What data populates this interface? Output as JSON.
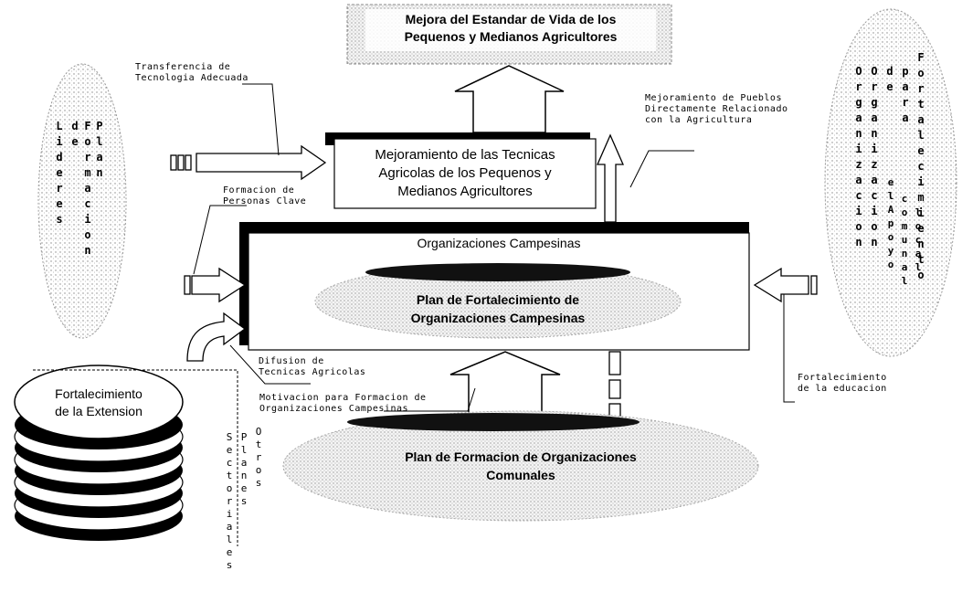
{
  "top_goal": {
    "line1": "Mejora del Estandar de Vida de los",
    "line2": "Pequenos y Medianos Agricultores"
  },
  "techniques_box": {
    "line1": "Mejoramiento de las Tecnicas",
    "line2": "Agricolas de los Pequenos y",
    "line3": "Medianos Agricultores"
  },
  "org_box": {
    "title": "Organizaciones Campesinas",
    "plan_line1": "Plan de Fortalecimiento de",
    "plan_line2": "Organizaciones Campesinas"
  },
  "bottom_plan": {
    "line1": "Plan de Formacion de Organizaciones",
    "line2": "Comunales"
  },
  "extension": {
    "line1": "Fortalecimiento",
    "line2": "de la Extension"
  },
  "labels": {
    "transfer_line1": "Transferencia de",
    "transfer_line2": "Tecnologia Adecuada",
    "key_people_line1": "Formacion de",
    "key_people_line2": "Personas Clave",
    "towns_line1": "Mejoramiento de Pueblos",
    "towns_line2": "Directamente Relacionado",
    "towns_line3": "con la Agricultura",
    "diffusion_line1": "Difusion de",
    "diffusion_line2": "Tecnicas Agricolas",
    "motivation_line1": "Motivacion para Formacion de",
    "motivation_line2": "Organizaciones Campesinas",
    "education_line1": "Fortalecimiento",
    "education_line2": "de la educacion"
  },
  "left_leaf_columns": [
    "Lideres",
    "de",
    "Formacion",
    "Plan"
  ],
  "right_leaf_columns": [
    "Organizacion",
    "Organizacion",
    "de",
    "para",
    "Fortalecimiento"
  ],
  "right_leaf_columns_extra": [
    "el Apoyo",
    "comunal",
    "local"
  ],
  "sector_columns": [
    "Sectoriales",
    "Planes",
    "Otros"
  ]
}
